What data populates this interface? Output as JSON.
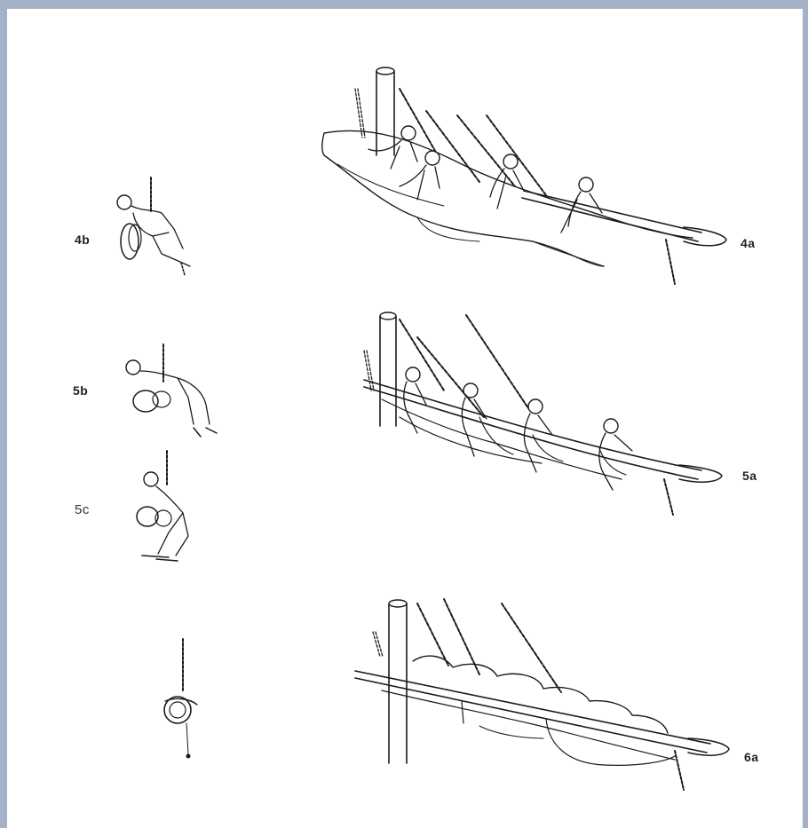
{
  "labels": {
    "fig_4a": "4a",
    "fig_4b": "4b",
    "fig_5a": "5a",
    "fig_5b": "5b",
    "fig_5c": "5c",
    "fig_6a": "6a"
  },
  "colors": {
    "frame": "#a3b2c6",
    "paper": "#ffffff",
    "ink": "#1a1a1a"
  }
}
